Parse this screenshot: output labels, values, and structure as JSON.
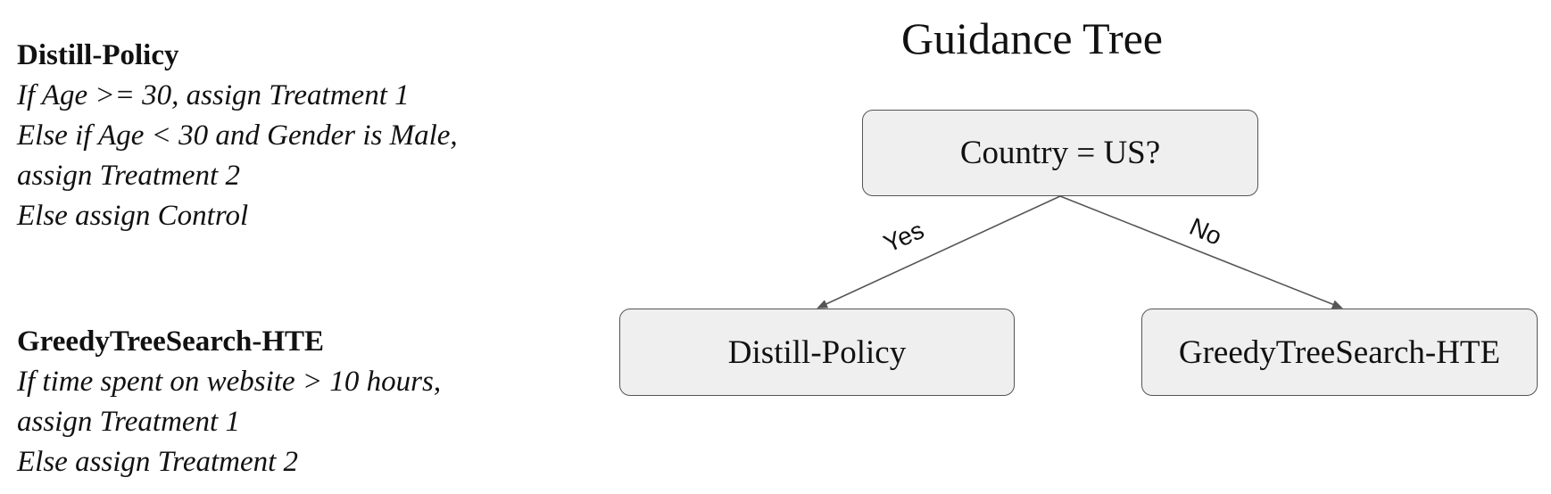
{
  "policies": [
    {
      "name": "Distill-Policy",
      "rules": [
        "If Age >= 30, assign Treatment 1",
        "Else if Age < 30 and Gender is Male,",
        "assign Treatment 2",
        "Else assign Control"
      ]
    },
    {
      "name": "GreedyTreeSearch-HTE",
      "rules": [
        "If time spent on website > 10 hours,",
        "assign Treatment 1",
        "Else assign Treatment 2"
      ]
    }
  ],
  "tree": {
    "title": "Guidance Tree",
    "root": {
      "label": "Country = US?"
    },
    "yes_branch": {
      "edge_label": "Yes",
      "leaf_label": "Distill-Policy"
    },
    "no_branch": {
      "edge_label": "No",
      "leaf_label": "GreedyTreeSearch-HTE"
    }
  },
  "colors": {
    "node_fill": "#efefef",
    "node_border": "#555555",
    "edge": "#555555",
    "text": "#111111"
  }
}
